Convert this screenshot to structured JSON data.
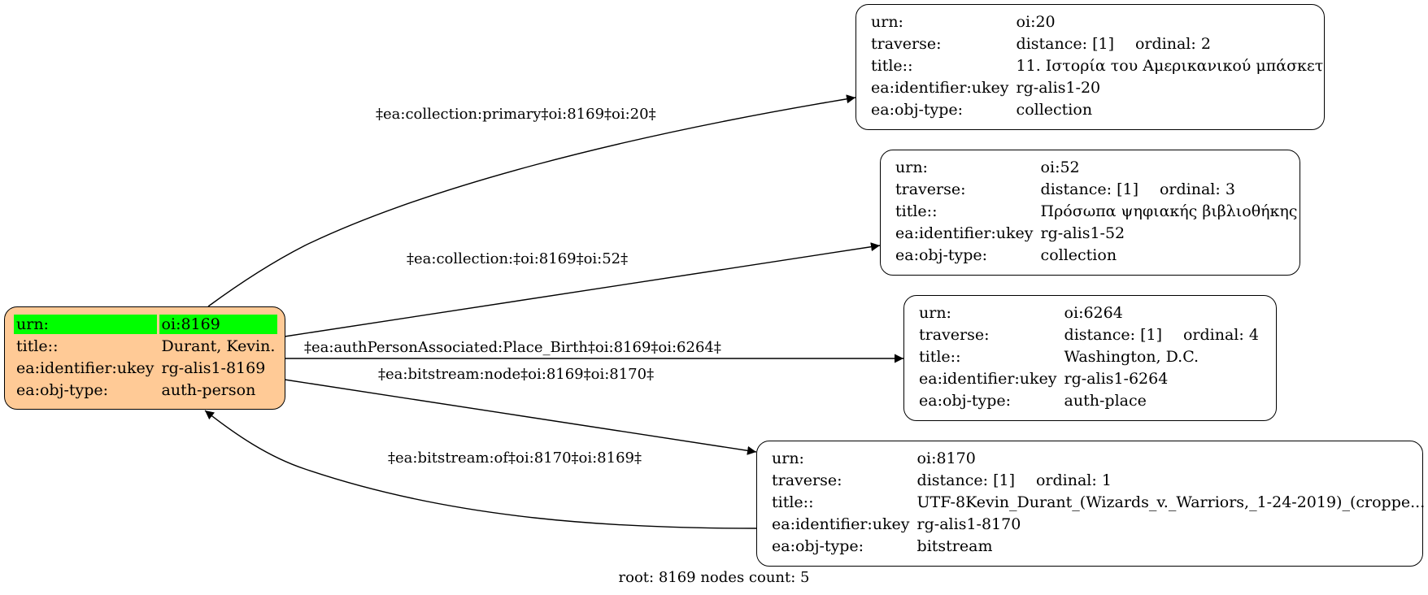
{
  "root_node": {
    "rows": [
      {
        "key": "urn:",
        "value": "oi:8169"
      },
      {
        "key": "title::",
        "value": "Durant, Kevin."
      },
      {
        "key": "ea:identifier:ukey",
        "value": "rg-alis1-8169"
      },
      {
        "key": "ea:obj-type:",
        "value": "auth-person"
      }
    ]
  },
  "nodes": [
    {
      "urn": "oi:20",
      "distance": "distance: [1]",
      "ordinal": "ordinal: 2",
      "title": "11. Ιστορία του Αμερικανικού μπάσκετ",
      "ukey": "rg-alis1-20",
      "obj_type": "collection"
    },
    {
      "urn": "oi:52",
      "distance": "distance: [1]",
      "ordinal": "ordinal: 3",
      "title": "Πρόσωπα ψηφιακής βιβλιοθήκης",
      "ukey": "rg-alis1-52",
      "obj_type": "collection"
    },
    {
      "urn": "oi:6264",
      "distance": "distance: [1]",
      "ordinal": "ordinal: 4",
      "title": "Washington, D.C.",
      "ukey": "rg-alis1-6264",
      "obj_type": "auth-place"
    },
    {
      "urn": "oi:8170",
      "distance": "distance: [1]",
      "ordinal": "ordinal: 1",
      "title": "UTF-8Kevin_Durant_(Wizards_v._Warriors,_1-24-2019)_(croppe...",
      "ukey": "rg-alis1-8170",
      "obj_type": "bitstream"
    }
  ],
  "labels": {
    "urn": "urn:",
    "traverse": "traverse:",
    "title": "title::",
    "ukey": "ea:identifier:ukey",
    "obj_type": "ea:obj-type:"
  },
  "edges": [
    "‡ea:collection:primary‡oi:8169‡oi:20‡",
    "‡ea:collection:‡oi:8169‡oi:52‡",
    "‡ea:authPersonAssociated:Place_Birth‡oi:8169‡oi:6264‡",
    "‡ea:bitstream:node‡oi:8169‡oi:8170‡",
    "‡ea:bitstream:of‡oi:8170‡oi:8169‡"
  ],
  "footer": "root: 8169 nodes count: 5"
}
